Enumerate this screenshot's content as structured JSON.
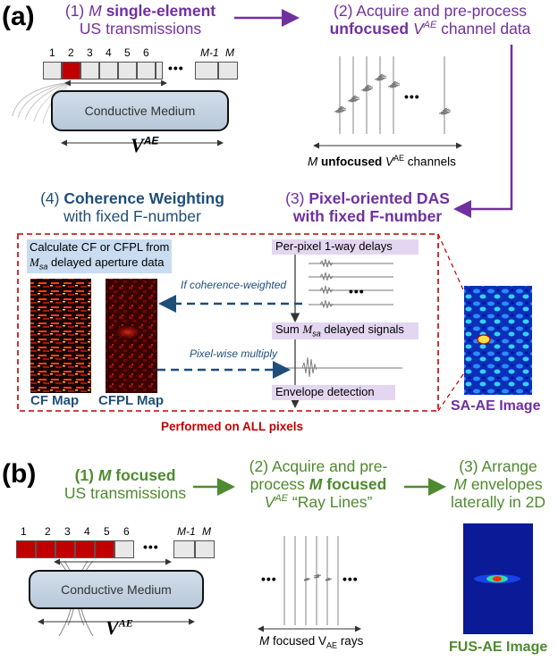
{
  "panel_a": {
    "label": "(a)",
    "step1": {
      "prefix": "(1) ",
      "M": "M",
      "bold": " single-element",
      "line2": "US transmissions"
    },
    "step2": {
      "line1": "(2) Acquire and pre-process",
      "bold": "unfocused",
      "V": " V",
      "sup": "AE",
      "rest": " channel data"
    },
    "array": {
      "nums": [
        "1",
        "2",
        "3",
        "4",
        "5",
        "6"
      ],
      "dots": "•••",
      "m_minus": "M-1",
      "m": "M"
    },
    "medium_label": "Conductive Medium",
    "vae": {
      "V": "V",
      "sup": "AE"
    },
    "channels_caption": {
      "M": "M",
      "bold": " unfocused",
      "V": " V",
      "sup": "AE",
      "rest": " channels"
    },
    "dots": "•••",
    "step4": {
      "line1_a": "(4) ",
      "line1_b": "Coherence Weighting",
      "line2": "with fixed F-number"
    },
    "step3": {
      "line1_a": "(3) ",
      "line1_b": "Pixel-oriented DAS",
      "line2": "with fixed F-number"
    },
    "calc": {
      "line1": "Calculate CF or CFPL from",
      "M": "M",
      "sub": "sa",
      "rest": " delayed aperture data"
    },
    "delays": "Per-pixel 1-way delays",
    "if_coh": "If coherence-weighted",
    "sum": {
      "a": "Sum ",
      "M": "M",
      "sub": "sa",
      "b": " delayed signals"
    },
    "pixelwise": "Pixel-wise multiply",
    "envelope": "Envelope detection",
    "cf_map": "CF Map",
    "cfpl_map": "CFPL Map",
    "performed": "Performed on ALL pixels",
    "sa_ae": "SA-AE Image"
  },
  "panel_b": {
    "label": "(b)",
    "step1": {
      "a": "(1) ",
      "M": "M",
      "b": " focused",
      "line2": "US transmissions"
    },
    "step2": {
      "line1": "(2) Acquire and pre-",
      "line2_a": "process ",
      "M": "M",
      "line2_b": " focused",
      "V": "V",
      "sup": "AE",
      "line3_rest": " “Ray Lines”"
    },
    "step3": {
      "line1": "(3) Arrange",
      "M": "M",
      "line2": " envelopes",
      "line3": "laterally in 2D"
    },
    "array": {
      "nums": [
        "1",
        "2",
        "3",
        "4",
        "5",
        "6"
      ],
      "dots": "•••",
      "m_minus": "M-1",
      "m": "M"
    },
    "medium_label": "Conductive Medium",
    "vae": {
      "V": "V",
      "sup": "AE"
    },
    "rays_caption": {
      "M": "M",
      "a": " focused V",
      "sub": "AE",
      "b": " rays"
    },
    "dots": "•••",
    "fus_ae": "FUS-AE Image"
  },
  "colors": {
    "purple": "#7030a0",
    "blue": "#1f4e79",
    "green": "#4e8a2e",
    "red": "#c00000"
  }
}
